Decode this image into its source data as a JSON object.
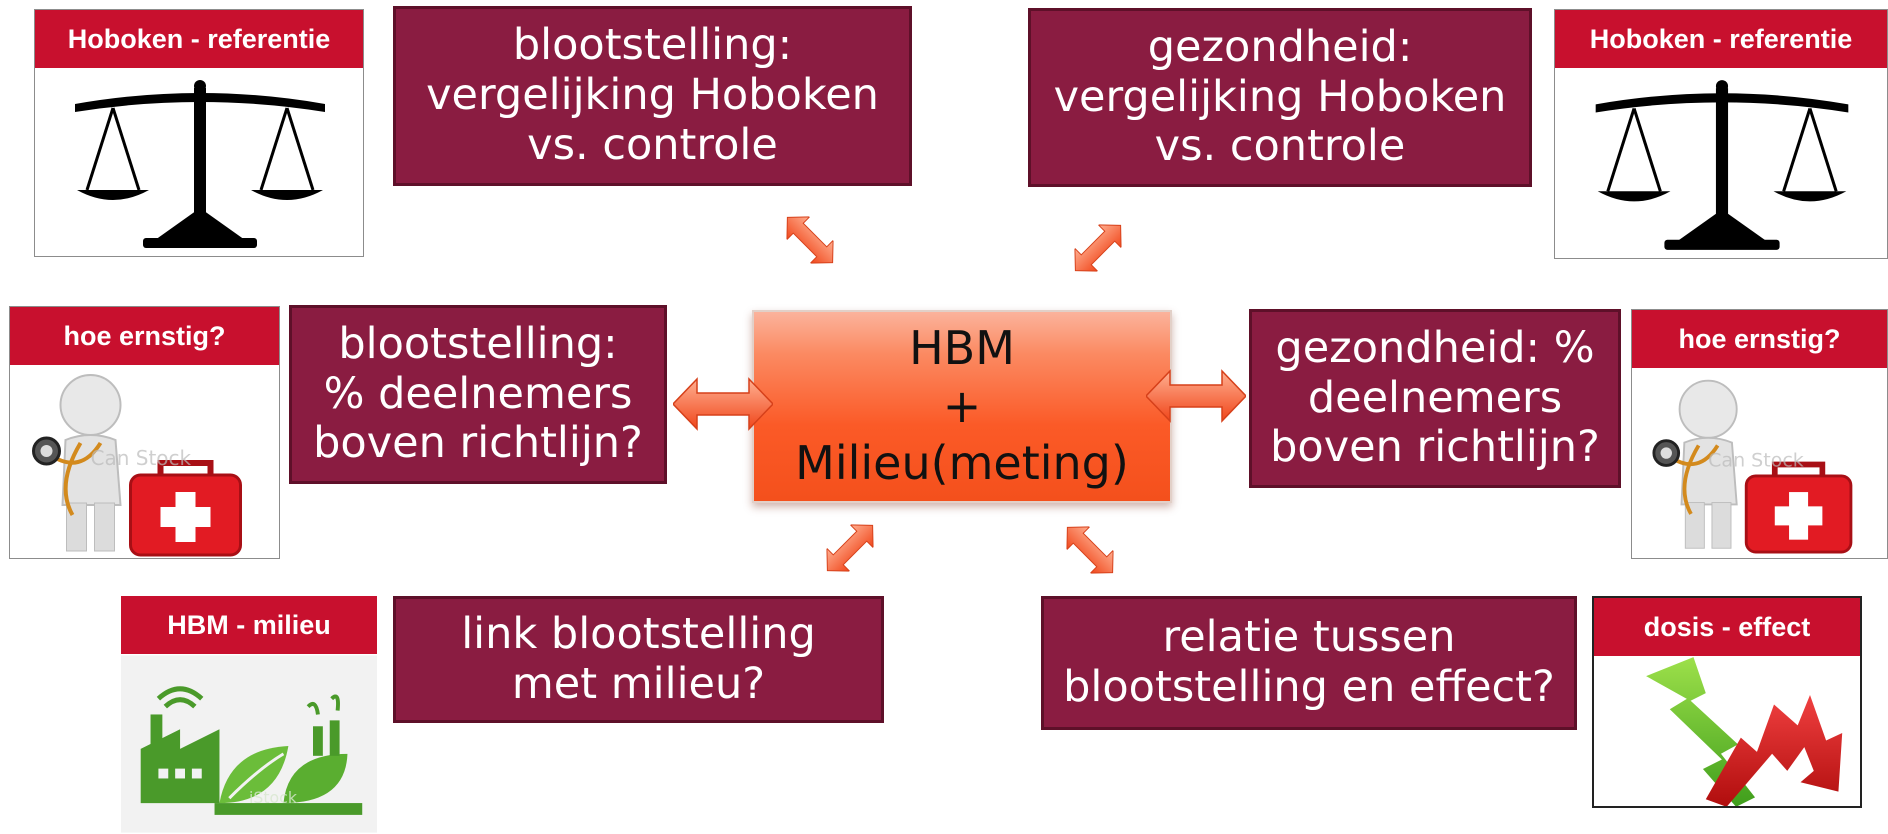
{
  "center": {
    "text": "HBM\n+\nMilieu(meting)"
  },
  "boxes": {
    "top_left": "blootstelling:\nvergelijking Hoboken\nvs. controle",
    "top_right": "gezondheid:\nvergelijking Hoboken\nvs. controle",
    "mid_left": "blootstelling:\n% deelnemers\nboven richtlijn?",
    "mid_right": "gezondheid: %\ndeelnemers\nboven richtlijn?",
    "bottom_left": "link blootstelling\nmet milieu?",
    "bottom_right": "relatie tussen\nblootstelling en effect?"
  },
  "cards": {
    "scale_left": {
      "label": "Hoboken - referentie",
      "icon": "balance-scale-icon"
    },
    "scale_right": {
      "label": "Hoboken - referentie",
      "icon": "balance-scale-icon"
    },
    "doctor_left": {
      "label": "hoe ernstig?",
      "icon": "doctor-figure-icon"
    },
    "doctor_right": {
      "label": "hoe ernstig?",
      "icon": "doctor-figure-icon"
    },
    "environment": {
      "label": "HBM - milieu",
      "icon": "green-factory-leaf-icon"
    },
    "dose_effect": {
      "label": "dosis - effect",
      "icon": "up-down-arrows-icon"
    }
  },
  "colors": {
    "box_fill": "#8a1c41",
    "label_red": "#c8102e",
    "center_orange": "#fb5a27",
    "arrow_orange": "#f4643a"
  }
}
